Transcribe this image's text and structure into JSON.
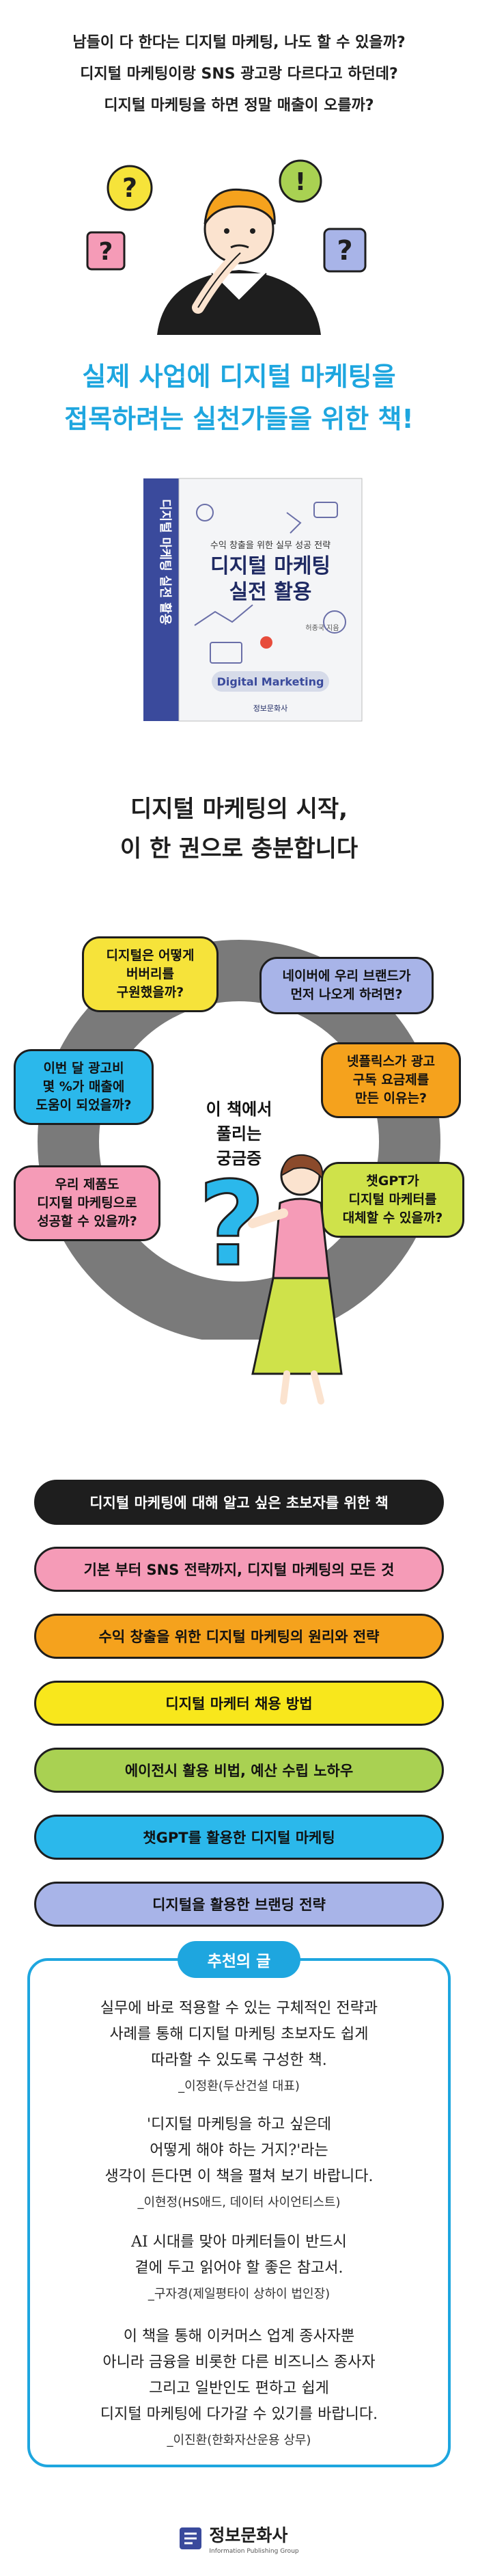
{
  "intro": {
    "lines": [
      "남들이 다 한다는 디지털 마케팅, 나도 할 수 있을까?",
      "디지털 마케팅이랑 SNS 광고랑 다르다고 하던데?",
      "디지털 마케팅을 하면 정말 매출이 오를까?"
    ]
  },
  "headline": {
    "lines": [
      "실제 사업에 디지털 마케팅을",
      "접목하려는 실천가들을 위한 책!"
    ]
  },
  "book": {
    "spine": "디지털 마케팅 실전 활용",
    "subtitle": "수익 창출을 위한 실무 성공 전략",
    "title_line1": "디지털 마케팅",
    "title_line2": "실전 활용",
    "author": "허종국 지음",
    "badge": "Digital Marketing",
    "publisher": "정보문화사"
  },
  "start": {
    "lines": [
      "디지털 마케팅의 시작,",
      "이 한 권으로 충분합니다"
    ]
  },
  "questions": {
    "center": [
      "이 책에서",
      "풀리는",
      "궁금증"
    ],
    "bubbles": [
      {
        "text": [
          "디지털은 어떻게",
          "버버리를",
          "구원했을까?"
        ],
        "color": "#f6e33a"
      },
      {
        "text": [
          "네이버에 우리 브랜드가",
          "먼저 나오게 하려면?"
        ],
        "color": "#a8b4e8"
      },
      {
        "text": [
          "이번 달 광고비",
          "몇 %가 매출에",
          "도움이 되었을까?"
        ],
        "color": "#2bb8eb"
      },
      {
        "text": [
          "넷플릭스가 광고",
          "구독 요금제를",
          "만든 이유는?"
        ],
        "color": "#f5a21d"
      },
      {
        "text": [
          "우리 제품도",
          "디지털 마케팅으로",
          "성공할 수 있을까?"
        ],
        "color": "#f59bb7"
      },
      {
        "text": [
          "챗GPT가",
          "디지털 마케터를",
          "대체할 수 있을까?"
        ],
        "color": "#cfe24a"
      }
    ]
  },
  "pills": [
    {
      "text": "디지털 마케팅에 대해 알고 싶은 초보자를 위한 책",
      "color": "#1e1e1e"
    },
    {
      "text": "기본 부터 SNS 전략까지, 디지털 마케팅의 모든 것",
      "color": "#f59bb7"
    },
    {
      "text": "수익 창출을 위한 디지털 마케팅의 원리와 전략",
      "color": "#f5a21d"
    },
    {
      "text": "디지털 마케터 채용 방법",
      "color": "#f8e71c"
    },
    {
      "text": "에이전시 활용 비법, 예산 수립 노하우",
      "color": "#a9d152"
    },
    {
      "text": "챗GPT를 활용한 디지털 마케팅",
      "color": "#2bb8eb"
    },
    {
      "text": "디지털을 활용한 브랜딩 전략",
      "color": "#a8b4e8"
    }
  ],
  "recommend": {
    "title": "추천의 글",
    "quotes": [
      {
        "lines": [
          "실무에 바로 적용할 수 있는 구체적인 전략과",
          "사례를 통해 디지털 마케팅 초보자도 쉽게",
          "따라할 수 있도록 구성한 책."
        ],
        "author": "_이정환(두산건설 대표)"
      },
      {
        "lines": [
          "'디지털 마케팅을 하고 싶은데",
          "어떻게 해야 하는 거지?'라는",
          "생각이 든다면 이 책을 펼쳐 보기 바랍니다."
        ],
        "author": "_이현정(HS애드, 데이터 사이언티스트)"
      },
      {
        "lines": [
          "AI 시대를 맞아 마케터들이 반드시",
          "곁에 두고 읽어야 할 좋은 참고서."
        ],
        "author": "_구자경(제일평타이 상하이 법인장)"
      },
      {
        "lines": [
          "이 책을 통해 이커머스 업계 종사자뿐",
          "아니라 금융을 비롯한 다른 비즈니스 종사자",
          "그리고 일반인도 편하고 쉽게",
          "디지털 마케팅에 다가갈 수 있기를 바랍니다."
        ],
        "author": "_이진환(한화자산운용 상무)"
      }
    ]
  },
  "footer": {
    "publisher": "정보문화사",
    "publisher_en": "Information Publishing Group"
  },
  "colors": {
    "accent": "#1ea6df",
    "dark": "#1e1e1e"
  }
}
